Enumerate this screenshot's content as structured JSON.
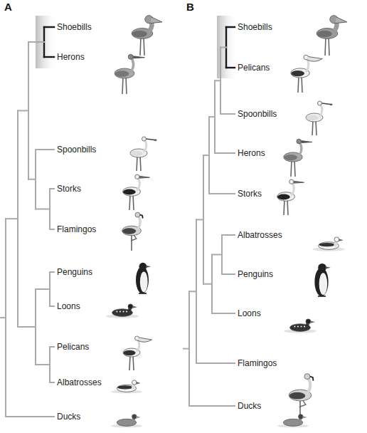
{
  "diagram": {
    "labels": [
      "A",
      "Shoebills",
      "Herons",
      "Spoonbills",
      "Storks",
      "Flamingos",
      "Penguins",
      "Loons",
      "Pelicans",
      "Albatrosses",
      "Ducks",
      "B",
      "Shoebills",
      "Pelicans",
      "Spoonbills",
      "Herons",
      "Storks",
      "Albatrosses",
      "Penguins",
      "Loons",
      "Flamingos",
      "Ducks"
    ]
  }
}
